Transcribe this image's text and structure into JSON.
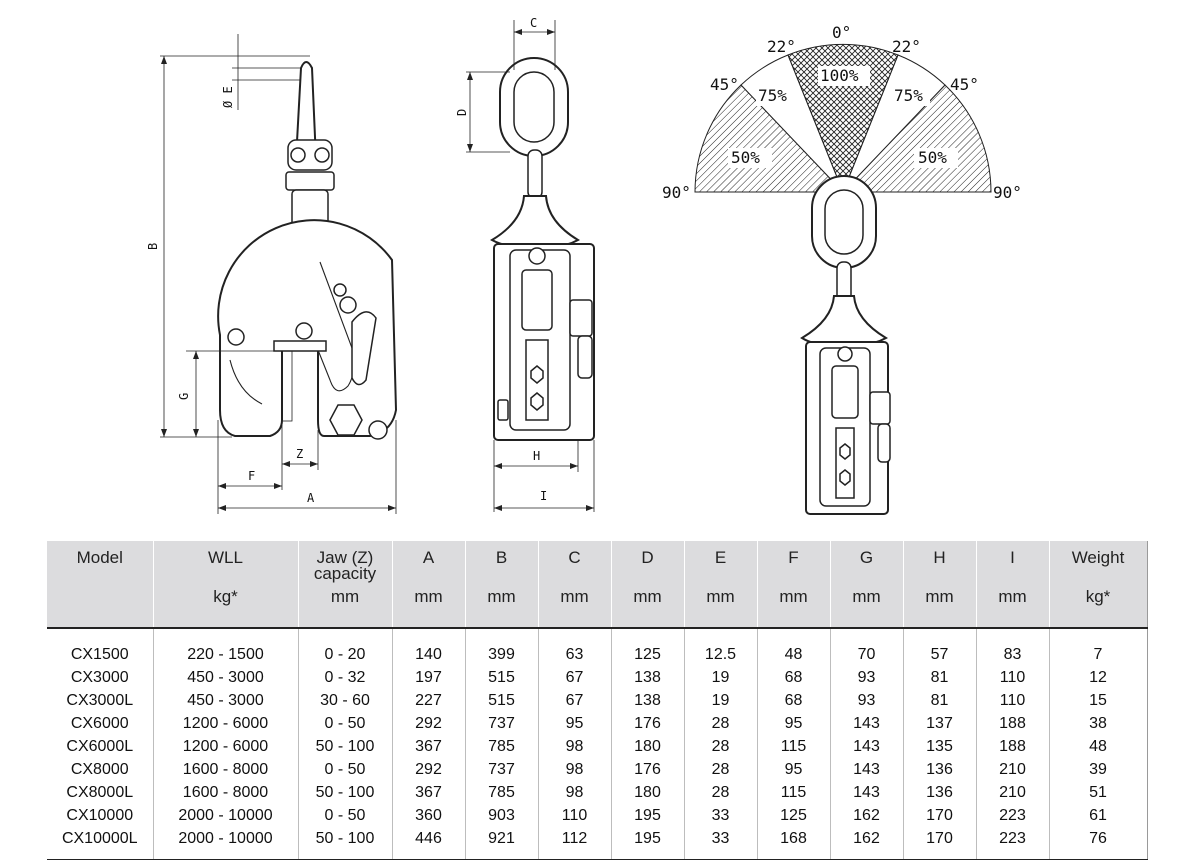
{
  "dimension_labels": {
    "A": "A",
    "B": "B",
    "C": "C",
    "D": "D",
    "E": "Ø E",
    "F": "F",
    "G": "G",
    "H": "H",
    "I": "I",
    "Z": "Z"
  },
  "angle_chart": {
    "angles": {
      "zero": "0°",
      "left22": "22°",
      "right22": "22°",
      "left45": "45°",
      "right45": "45°",
      "left90": "90°",
      "right90": "90°"
    },
    "capacities": {
      "center": "100%",
      "left75": "75%",
      "right75": "75%",
      "left50": "50%",
      "right50": "50%"
    }
  },
  "table": {
    "columns": [
      {
        "name": "Model",
        "unit": ""
      },
      {
        "name": "WLL",
        "unit": "kg*"
      },
      {
        "name": "Jaw (Z) capacity",
        "unit": "mm"
      },
      {
        "name": "A",
        "unit": "mm"
      },
      {
        "name": "B",
        "unit": "mm"
      },
      {
        "name": "C",
        "unit": "mm"
      },
      {
        "name": "D",
        "unit": "mm"
      },
      {
        "name": "E",
        "unit": "mm"
      },
      {
        "name": "F",
        "unit": "mm"
      },
      {
        "name": "G",
        "unit": "mm"
      },
      {
        "name": "H",
        "unit": "mm"
      },
      {
        "name": "I",
        "unit": "mm"
      },
      {
        "name": "Weight",
        "unit": "kg*"
      }
    ],
    "rows": [
      [
        "CX1500",
        "220 - 1500",
        "0 - 20",
        "140",
        "399",
        "63",
        "125",
        "12.5",
        "48",
        "70",
        "57",
        "83",
        "7"
      ],
      [
        "CX3000",
        "450 - 3000",
        "0 - 32",
        "197",
        "515",
        "67",
        "138",
        "19",
        "68",
        "93",
        "81",
        "110",
        "12"
      ],
      [
        "CX3000L",
        "450 - 3000",
        "30 - 60",
        "227",
        "515",
        "67",
        "138",
        "19",
        "68",
        "93",
        "81",
        "110",
        "15"
      ],
      [
        "CX6000",
        "1200 - 6000",
        "0 - 50",
        "292",
        "737",
        "95",
        "176",
        "28",
        "95",
        "143",
        "137",
        "188",
        "38"
      ],
      [
        "CX6000L",
        "1200 - 6000",
        "50 - 100",
        "367",
        "785",
        "98",
        "180",
        "28",
        "115",
        "143",
        "135",
        "188",
        "48"
      ],
      [
        "CX8000",
        "1600 - 8000",
        "0 - 50",
        "292",
        "737",
        "98",
        "176",
        "28",
        "95",
        "143",
        "136",
        "210",
        "39"
      ],
      [
        "CX8000L",
        "1600 - 8000",
        "50 - 100",
        "367",
        "785",
        "98",
        "180",
        "28",
        "115",
        "143",
        "136",
        "210",
        "51"
      ],
      [
        "CX10000",
        "2000 - 10000",
        "0 - 50",
        "360",
        "903",
        "110",
        "195",
        "33",
        "125",
        "162",
        "170",
        "223",
        "61"
      ],
      [
        "CX10000L",
        "2000 - 10000",
        "50 - 100",
        "446",
        "921",
        "112",
        "195",
        "33",
        "168",
        "162",
        "170",
        "223",
        "76"
      ]
    ]
  }
}
